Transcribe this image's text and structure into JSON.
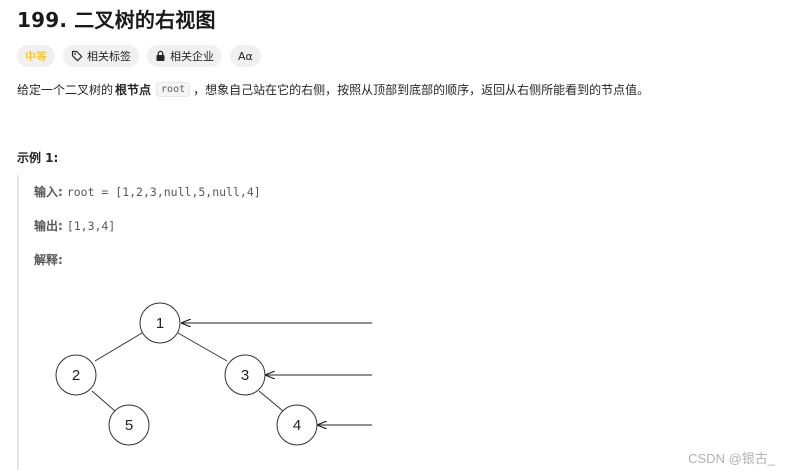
{
  "problem": {
    "title": "199. 二叉树的右视图",
    "tags": {
      "difficulty": "中等",
      "related_tags": "相关标签",
      "related_companies": "相关企业",
      "font_toggle": "Aα"
    },
    "description": {
      "part1": "给定一个二叉树的",
      "bold": "根节点",
      "code": "root",
      "part2": "，想象自己站在它的右侧，按照从顶部到底部的顺序，返回从右侧所能看到的节点值。"
    },
    "example": {
      "title": "示例 1:",
      "input_label": "输入:",
      "input_value": "root = [1,2,3,null,5,null,4]",
      "output_label": "输出:",
      "output_value": "[1,3,4]",
      "explain_label": "解释:"
    },
    "tree": {
      "nodes": [
        "1",
        "2",
        "3",
        "5",
        "4"
      ]
    }
  },
  "watermark": "CSDN @银古_",
  "colors": {
    "difficulty": "#ffb700",
    "tag_bg": "#f0f0f0"
  }
}
